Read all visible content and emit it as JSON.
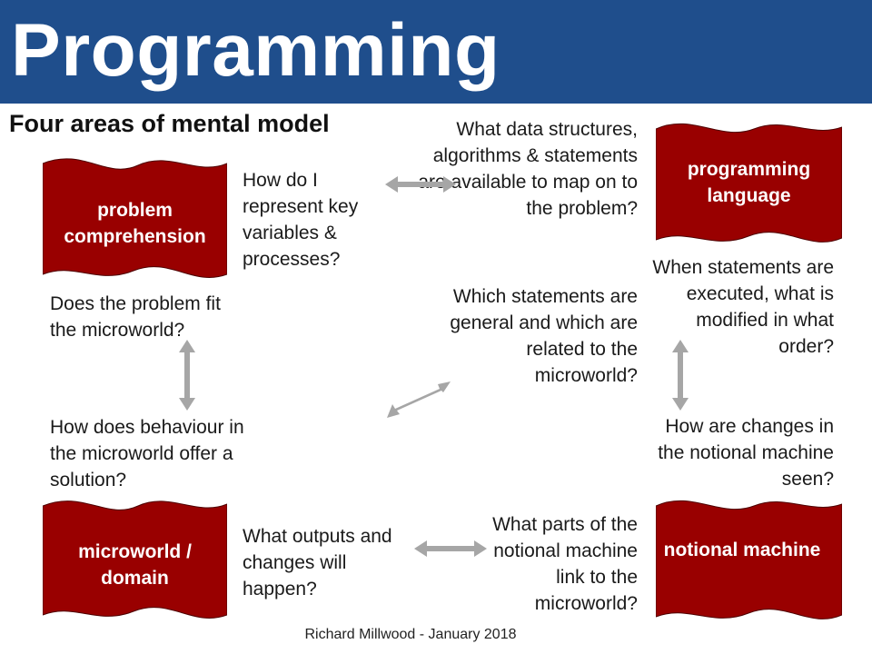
{
  "title": "Programming",
  "subtitle": "Four areas of mental model",
  "flags": {
    "problem_comprehension": "problem comprehension",
    "programming_language": "programming language",
    "microworld_domain": "microworld / domain",
    "notional_machine": "notional machine"
  },
  "questions": {
    "represent": "How do I represent key variables & processes?",
    "data_structures": "What data structures, algorithms & statements are available to map on to the problem?",
    "problem_fit": "Does the problem fit the microworld?",
    "statements_general": "Which statements are general and which are related to the microworld?",
    "statements_executed": "When statements are executed, what is modified in what order?",
    "behaviour": "How does behaviour in the microworld offer a solution?",
    "changes_seen": "How are changes in the notional machine seen?",
    "outputs": "What outputs and changes will happen?",
    "machine_link": "What parts of the notional machine link to the microworld?"
  },
  "footer": "Richard Millwood - January 2018",
  "colors": {
    "header": "#1f4e8c",
    "flag": "#990000",
    "arrow": "#a6a6a6"
  }
}
